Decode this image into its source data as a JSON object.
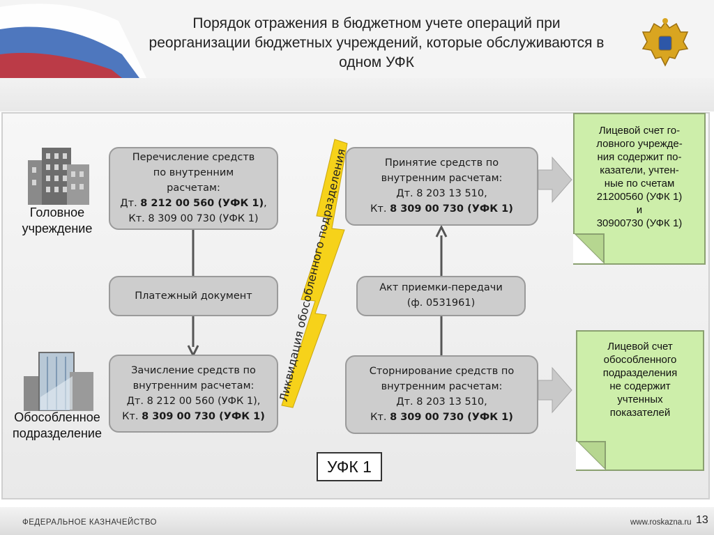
{
  "header": {
    "title_lines": [
      "Порядок отражения в бюджетном учете операций при",
      "реорганизации бюджетных учреждений, которые обслуживаются в",
      "одном УФК"
    ]
  },
  "org": {
    "head_lines": [
      "Головное",
      "учреждение"
    ],
    "branch_lines": [
      "Обособленное",
      "подразделение"
    ]
  },
  "left": {
    "transfer": {
      "lines": [
        "Перечисление средств",
        "по внутренним",
        "расчетам:"
      ],
      "dt_prefix": "Дт. ",
      "dt_value": "8 212 00 560 (УФК 1)",
      "dt_suffix": ",",
      "kt_line": "Кт. 8 309 00 730 (УФК 1)"
    },
    "payment": "Платежный документ",
    "credit": {
      "lines": [
        "Зачисление средств по",
        "внутренним расчетам:"
      ],
      "dt_line": "Дт. 8 212 00 560 (УФК 1),",
      "kt_prefix": "Кт. ",
      "kt_value": "8 309 00 730 (УФК 1)"
    }
  },
  "right": {
    "accept": {
      "lines": [
        "Принятие средств по",
        "внутренним расчетам:"
      ],
      "dt_line": "Дт. 8 203 13 510,",
      "kt_prefix": "Кт. ",
      "kt_value": "8 309 00 730 (УФК 1)"
    },
    "act": {
      "lines": [
        "Акт приемки-передачи",
        "(ф. 0531961)"
      ]
    },
    "storno": {
      "lines": [
        "Сторнирование средств по",
        "внутренним расчетам:"
      ],
      "dt_line": "Дт. 8 203 13 510,",
      "kt_prefix": "Кт. ",
      "kt_value": "8 309 00 730 (УФК 1)"
    }
  },
  "liquidation": "Ликвидация обособленного подразделения",
  "notes": {
    "head_lines": [
      "Лицевой счет го-",
      "ловного учрежде-",
      "ния содержит по-",
      "казатели, учтен-",
      "ные по счетам",
      "21200560 (УФК 1)",
      "и",
      "30900730 (УФК 1)"
    ],
    "branch_lines": [
      "Лицевой счет",
      "обособленного",
      "подразделения",
      "не содержит",
      "учтенных",
      "показателей"
    ]
  },
  "ufk_label": "УФК 1",
  "footer": {
    "left": "ФЕДЕРАЛЬНОЕ КАЗНАЧЕЙСТВО",
    "right": "www.roskazna.ru",
    "page": "13"
  },
  "colors": {
    "box_fill": "#cdcdcd",
    "note_fill": "#cdeeaa",
    "lightning": "#f6d21a",
    "flag_blue": "#2f5fb3",
    "flag_red": "#c8343a"
  }
}
